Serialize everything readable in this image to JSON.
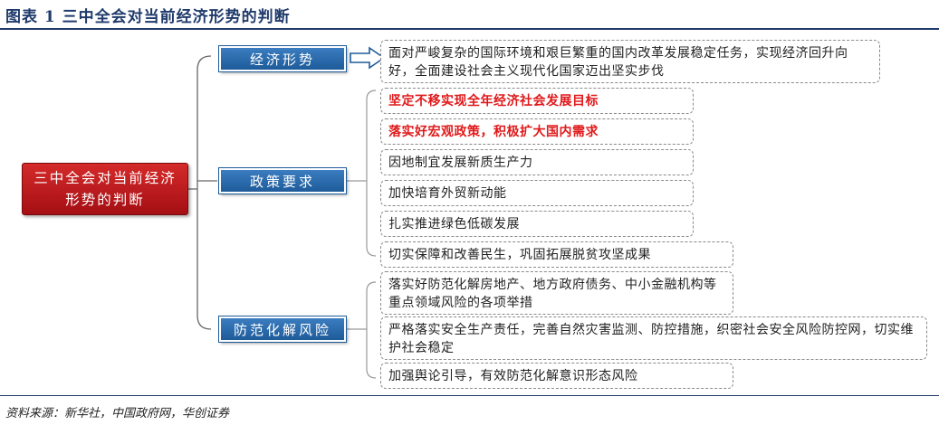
{
  "header": {
    "title": "图表 1    三中全会对当前经济形势的判断"
  },
  "main": {
    "label": "三中全会对当前经济形势的判断"
  },
  "categories": [
    {
      "label": "经济形势"
    },
    {
      "label": "政策要求"
    },
    {
      "label": "防范化解风险"
    }
  ],
  "economy": {
    "items": [
      {
        "text": "面对严峻复杂的国际环境和艰巨繁重的国内改革发展稳定任务，实现经济回升向好，全面建设社会主义现代化国家迈出坚实步伐",
        "highlight": false
      }
    ]
  },
  "policy": {
    "items": [
      {
        "text": "坚定不移实现全年经济社会发展目标",
        "highlight": true
      },
      {
        "text": "落实好宏观政策，积极扩大国内需求",
        "highlight": true
      },
      {
        "text": "因地制宜发展新质生产力",
        "highlight": false
      },
      {
        "text": "加快培育外贸新动能",
        "highlight": false
      },
      {
        "text": "扎实推进绿色低碳发展",
        "highlight": false
      },
      {
        "text": "切实保障和改善民生，巩固拓展脱贫攻坚成果",
        "highlight": false
      }
    ]
  },
  "risk": {
    "items": [
      {
        "text": "落实好防范化解房地产、地方政府债务、中小金融机构等重点领域风险的各项举措",
        "highlight": false
      },
      {
        "text": "严格落实安全生产责任，完善自然灾害监测、防控措施，织密社会安全风险防控网，切实维护社会稳定",
        "highlight": false
      },
      {
        "text": "加强舆论引导，有效防范化解意识形态风险",
        "highlight": false
      }
    ]
  },
  "footer": {
    "source": "资料来源：新华社，中国政府网，华创证券"
  },
  "colors": {
    "main_fill": "#b81a1e",
    "category_fill": "#2a6aad",
    "accent_text": "#e0191b",
    "rule": "#1f3a6b"
  }
}
